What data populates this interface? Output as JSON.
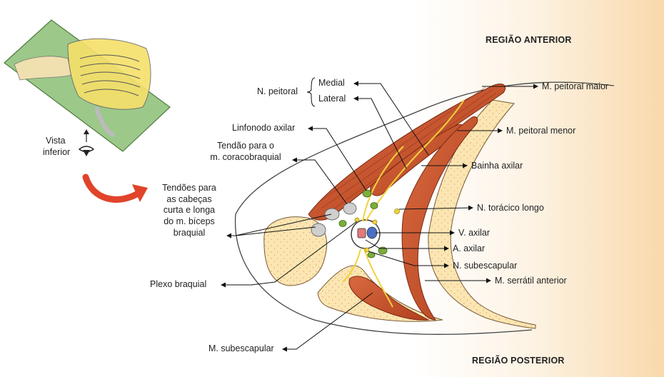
{
  "headers": {
    "anterior": "REGIÃO ANTERIOR",
    "posterior": "REGIÃO POSTERIOR"
  },
  "view": {
    "line1": "Vista",
    "line2": "inferior"
  },
  "labels": {
    "n_peitoral": "N. peitoral",
    "medial": "Medial",
    "lateral": "Lateral",
    "linfonodo": "Linfonodo axilar",
    "tendao_line1": "Tendão para o",
    "tendao_line2": "m. coracobraquial",
    "biceps_line1": "Tendões para",
    "biceps_line2": "as cabeças",
    "biceps_line3": "curta e longa",
    "biceps_line4": "do m. bíceps",
    "biceps_line5": "braquial",
    "plexo": "Plexo braquial",
    "subescapular_m": "M. subescapular",
    "peitoral_maior": "M. peitoral maior",
    "peitoral_menor": "M. peitoral menor",
    "bainha": "Bainha axilar",
    "toracico": "N. torácico longo",
    "v_axilar": "V. axilar",
    "a_axilar": "A. axilar",
    "n_subescapular": "N. subescapular",
    "serratil": "M. serrátil anterior"
  },
  "colors": {
    "muscle": "#c8512c",
    "muscle_dark": "#8e2e16",
    "bone": "#fbe6b2",
    "nerve": "#f2d23a",
    "node": "#7cae3a",
    "vein": "#4a6fc4",
    "artery": "#e27a7a",
    "arrow": "#e0442a",
    "plane": "#8fc07a"
  }
}
